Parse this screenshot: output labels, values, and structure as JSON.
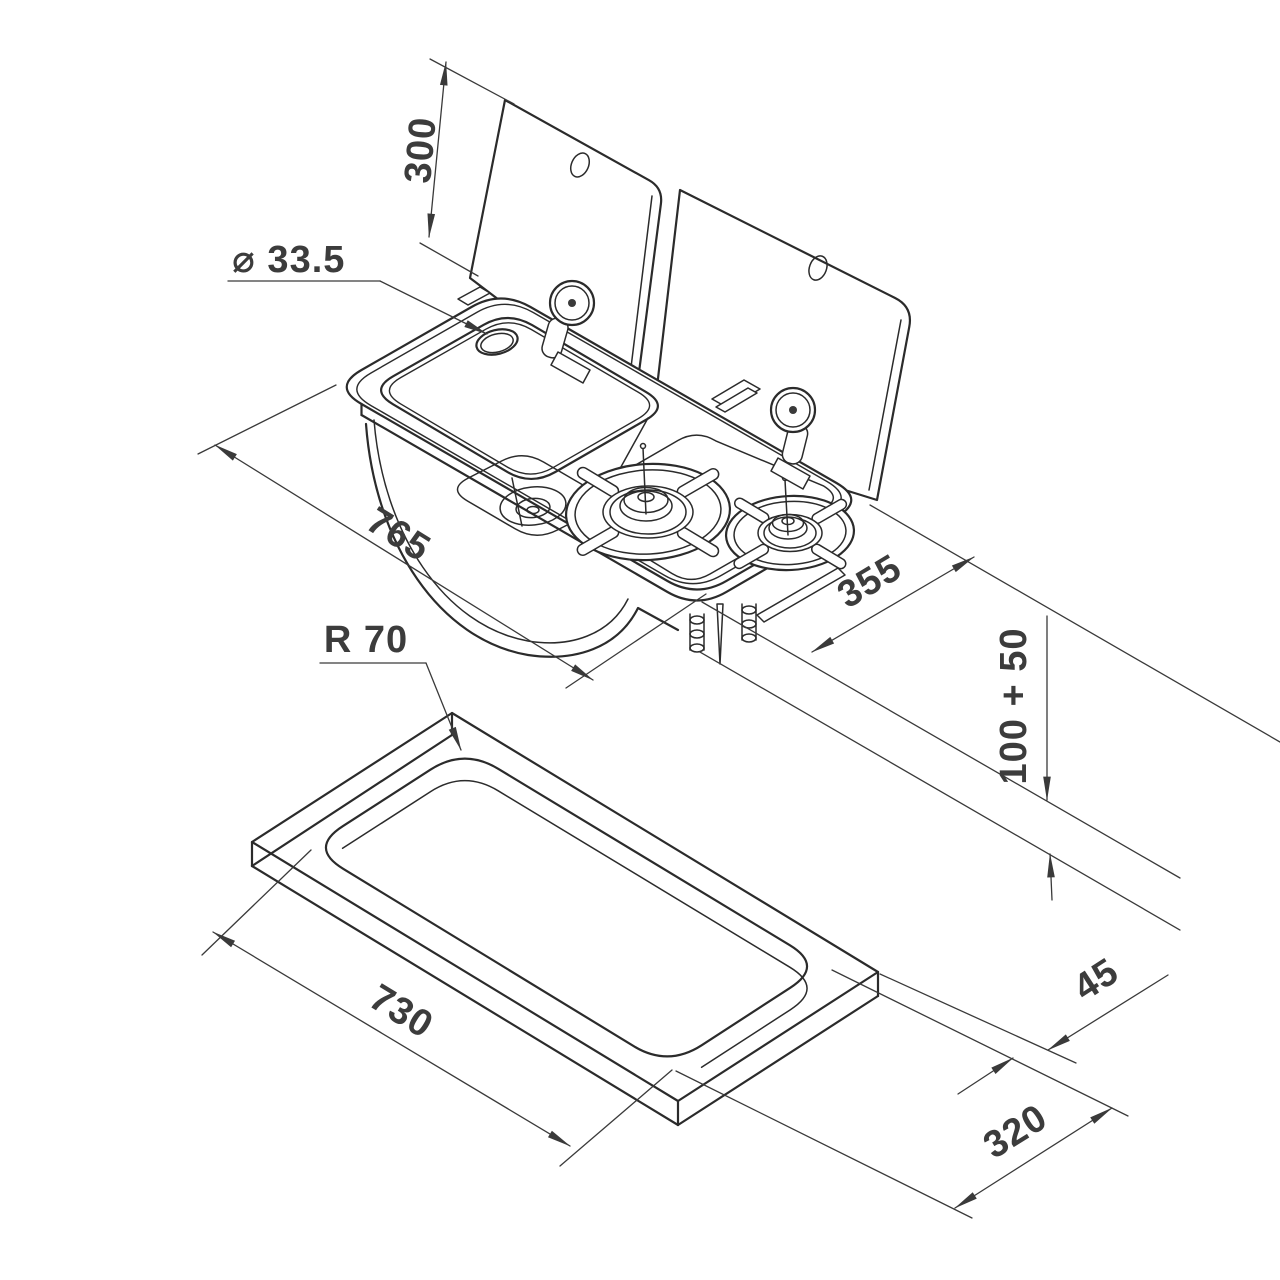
{
  "drawing": {
    "kind": "isometric technical drawing",
    "subject": "combination sink and two-burner hob unit with two glass lids, shown above its worktop mounting-cutout template",
    "colors": {
      "line": "#2b2b2b",
      "dimension": "#3a3a3a",
      "background": "#ffffff"
    }
  },
  "dims": {
    "lid_height": "300",
    "faucet_hole_diameter": "⌀ 33.5",
    "unit_length": "765",
    "unit_depth": "355",
    "cutout_corner_radius": "R 70",
    "mounting_clearance": "100 + 50",
    "cutout_length": "730",
    "edge_margin": "45",
    "cutout_depth": "320"
  }
}
